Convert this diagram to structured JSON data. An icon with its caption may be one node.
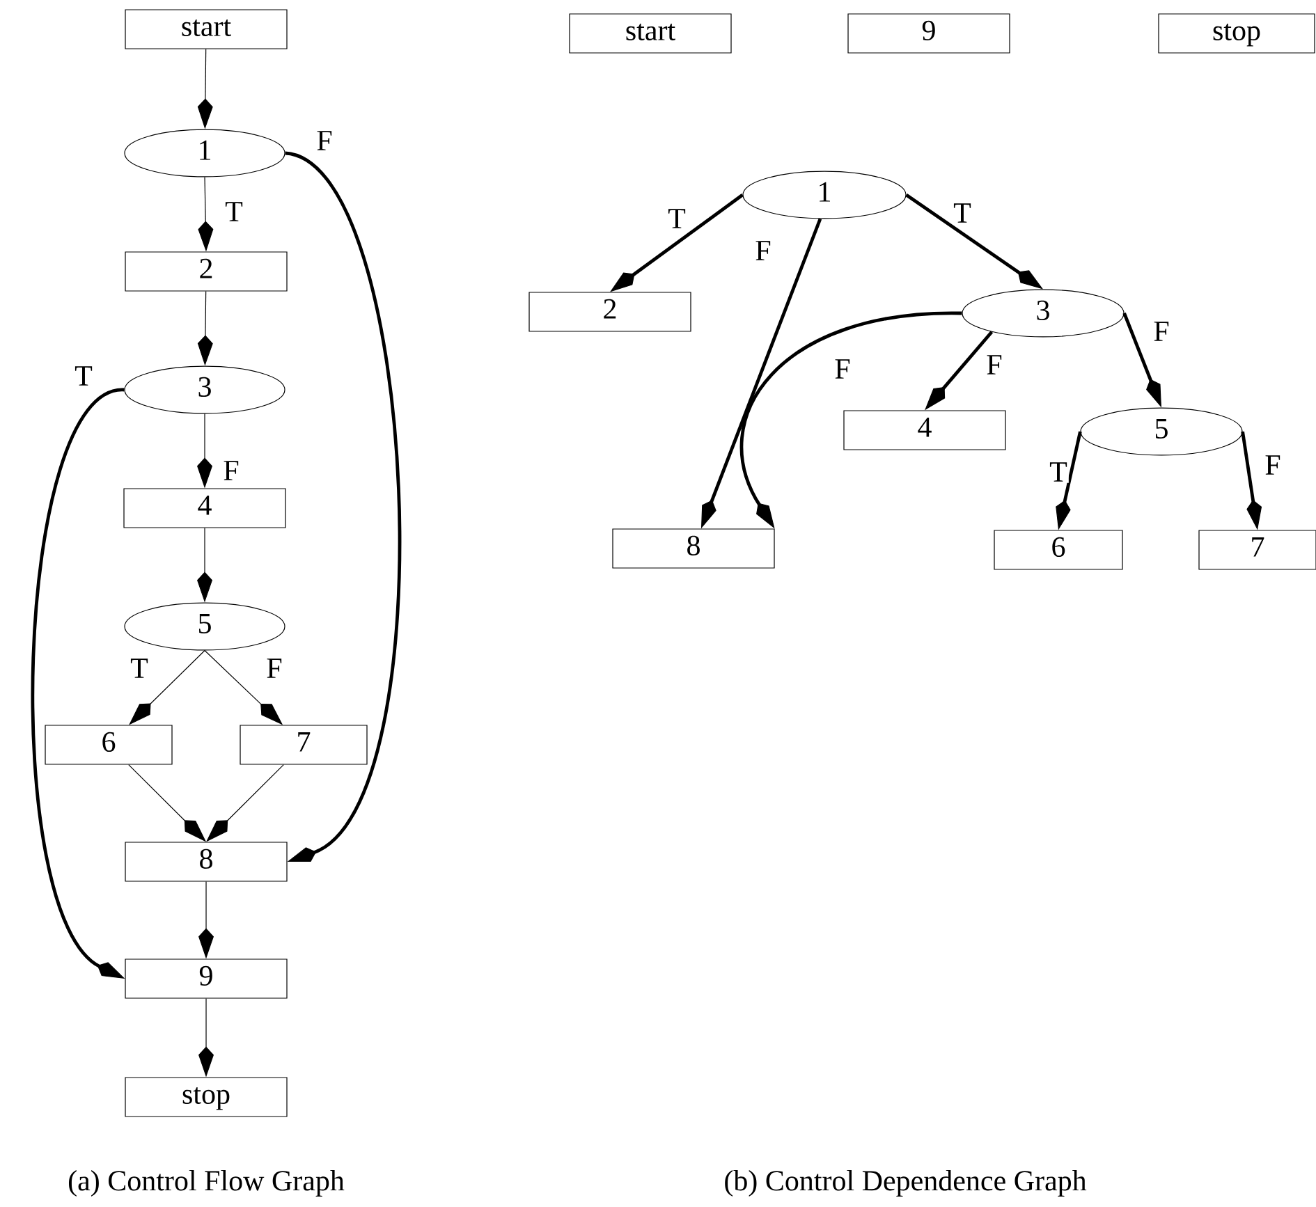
{
  "diagram": {
    "nodes": [
      {
        "text": [
          "start"
        ]
      },
      {
        "text": [
          "1"
        ]
      },
      {
        "text": [
          "2"
        ]
      },
      {
        "text": [
          "3"
        ]
      },
      {
        "text": [
          "4"
        ]
      },
      {
        "text": [
          "5"
        ]
      },
      {
        "text": [
          "6"
        ]
      },
      {
        "text": [
          "7"
        ]
      },
      {
        "text": [
          "8"
        ]
      },
      {
        "text": [
          "9"
        ]
      },
      {
        "text": [
          "stop"
        ]
      },
      {
        "text": [
          "start"
        ]
      },
      {
        "text": [
          "9"
        ]
      },
      {
        "text": [
          "stop"
        ]
      },
      {
        "text": [
          "1"
        ]
      },
      {
        "text": [
          "2"
        ]
      },
      {
        "text": [
          "3"
        ]
      },
      {
        "text": [
          "4"
        ]
      },
      {
        "text": [
          "5"
        ]
      },
      {
        "text": [
          "8"
        ]
      },
      {
        "text": [
          "6"
        ]
      },
      {
        "text": [
          "7"
        ]
      }
    ],
    "edges": [
      {
        "from": 0,
        "to": 1,
        "arrow": "to"
      },
      {
        "from": 1,
        "to": 2,
        "arrow": "to",
        "label": "T"
      },
      {
        "from": 1,
        "to": 8,
        "arrow": "to",
        "label": "F",
        "style": "thick"
      },
      {
        "from": 2,
        "to": 3,
        "arrow": "to"
      },
      {
        "from": 3,
        "to": 4,
        "arrow": "to",
        "label": "F"
      },
      {
        "from": 3,
        "to": 9,
        "arrow": "to",
        "label": "T",
        "style": "thick"
      },
      {
        "from": 4,
        "to": 5,
        "arrow": "to"
      },
      {
        "from": 5,
        "to": 6,
        "arrow": "to",
        "label": "T"
      },
      {
        "from": 5,
        "to": 7,
        "arrow": "to",
        "label": "F"
      },
      {
        "from": 6,
        "to": 8,
        "arrow": "to"
      },
      {
        "from": 7,
        "to": 8,
        "arrow": "to"
      },
      {
        "from": 8,
        "to": 9,
        "arrow": "to"
      },
      {
        "from": 9,
        "to": 10,
        "arrow": "to"
      },
      {
        "from": 14,
        "to": 15,
        "arrow": "to",
        "label": "T",
        "style": "thick"
      },
      {
        "from": 14,
        "to": 19,
        "arrow": "to",
        "label": "F",
        "style": "thick"
      },
      {
        "from": 14,
        "to": 16,
        "arrow": "to",
        "label": "T",
        "style": "thick"
      },
      {
        "from": 16,
        "to": 19,
        "arrow": "to",
        "label": "F",
        "style": "thick"
      },
      {
        "from": 16,
        "to": 17,
        "arrow": "to",
        "label": "F",
        "style": "thick"
      },
      {
        "from": 16,
        "to": 18,
        "arrow": "to",
        "label": "F",
        "style": "thick"
      },
      {
        "from": 18,
        "to": 20,
        "arrow": "to",
        "label": "T",
        "style": "thick"
      },
      {
        "from": 18,
        "to": 21,
        "arrow": "to",
        "label": "F",
        "style": "thick"
      }
    ],
    "labels": [
      "(a) Control Flow Graph",
      "(b) Control Dependence Graph"
    ]
  }
}
